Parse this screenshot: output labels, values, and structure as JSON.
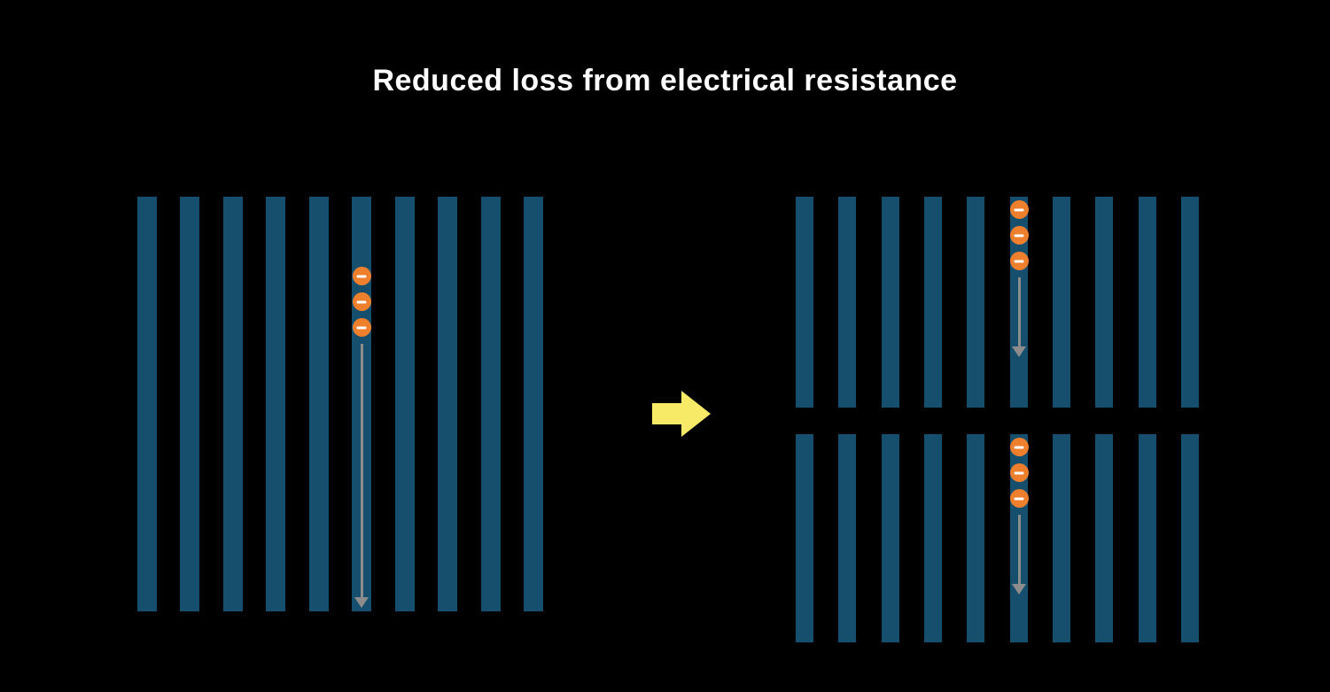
{
  "title": "Reduced loss from electrical resistance",
  "colors": {
    "background": "#000000",
    "bar": "#164f6e",
    "electron": "#ee7f2d",
    "electron_symbol": "#ffffff",
    "flow_arrow": "#8c8c8c",
    "transition_arrow": "#f7ea67",
    "title_text": "#ffffff"
  },
  "left_panel": {
    "bar_count": 10,
    "electron_count": 3
  },
  "right_panel": {
    "segments": [
      {
        "bar_count": 10,
        "electron_count": 3
      },
      {
        "bar_count": 10,
        "electron_count": 3
      }
    ]
  },
  "icons": {
    "electron": "minus-in-circle",
    "flow": "down-arrow",
    "transition": "right-arrow"
  }
}
